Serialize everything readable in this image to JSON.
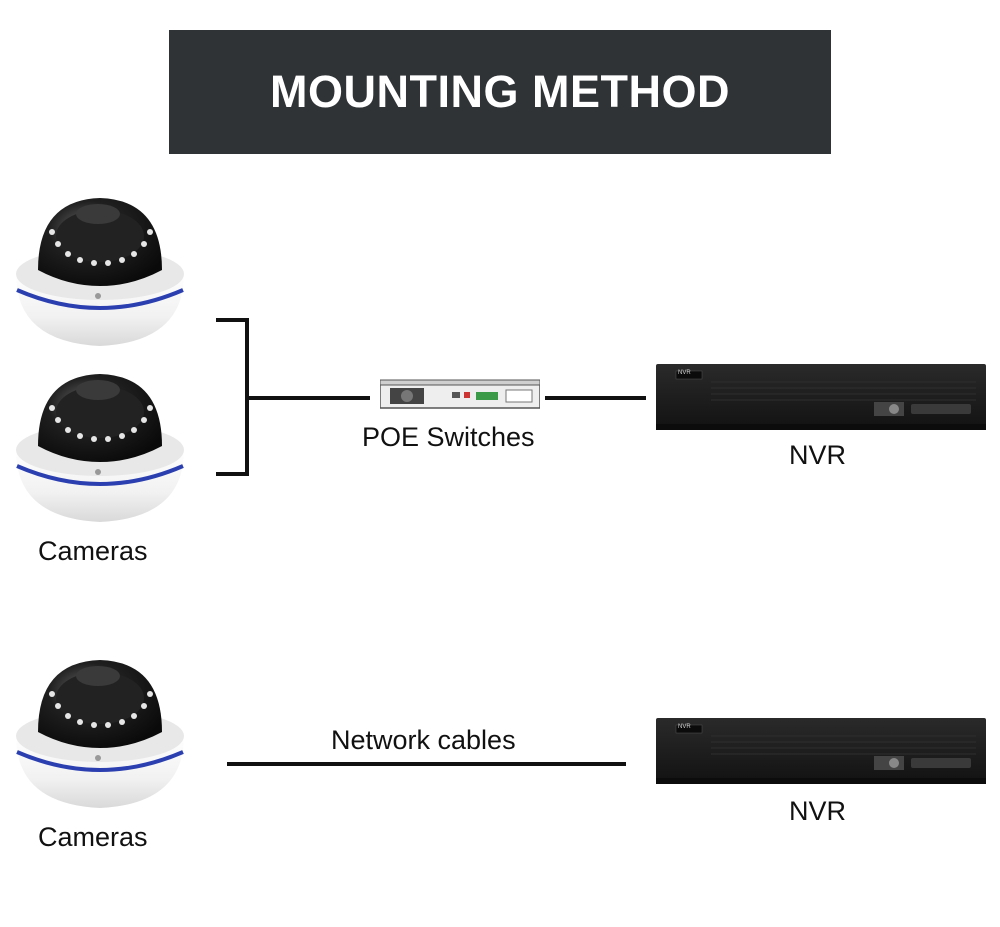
{
  "header": {
    "title": "MOUNTING METHOD"
  },
  "diagram_top": {
    "cameras_label": "Cameras",
    "switch_label": "POE Switches",
    "nvr_label": "NVR",
    "nvr_badge": "NVR"
  },
  "diagram_bottom": {
    "cameras_label": "Cameras",
    "cable_label": "Network cables",
    "nvr_label": "NVR",
    "nvr_badge": "NVR"
  },
  "colors": {
    "banner_bg": "#2f3336",
    "banner_text": "#ffffff",
    "camera_body": "#f2f2f2",
    "camera_dome": "#1a1a1a",
    "camera_ring": "#2b3fb0",
    "line": "#111111",
    "nvr_body": "#1e1e1e"
  },
  "icons": {
    "camera": "dome-camera-icon",
    "switch": "poe-switch-icon",
    "nvr": "nvr-recorder-icon"
  }
}
